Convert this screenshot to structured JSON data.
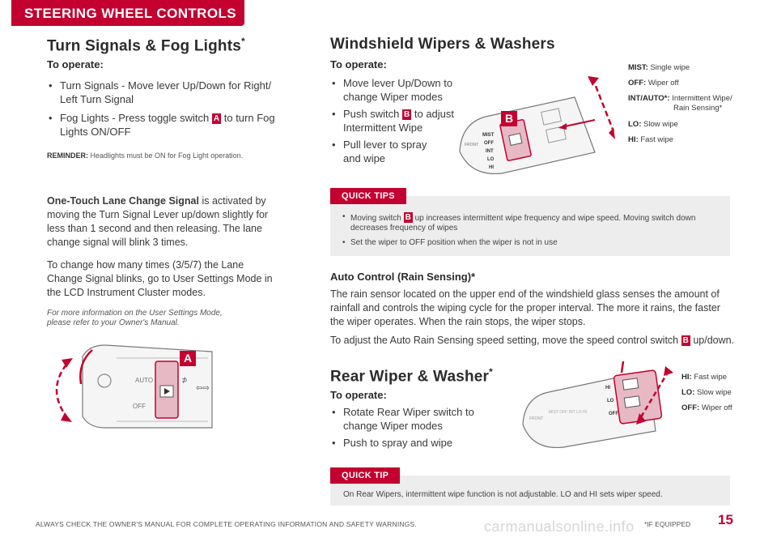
{
  "header": {
    "section": "STEERING WHEEL CONTROLS"
  },
  "turn": {
    "title": "Turn Signals & Fog Lights",
    "title_mark": "*",
    "to_operate": "To operate:",
    "b1": "Turn Signals - Move lever Up/Down for Right/ Left Turn Signal",
    "b2_pre": "Fog Lights - Press toggle switch",
    "b2_badge": "A",
    "b2_post": "to turn Fog Lights ON/OFF",
    "reminder_label": "REMINDER:",
    "reminder_text": "Headlights must be ON for Fog Light operation.",
    "lane_bold": "One-Touch Lane Change Signal",
    "lane_text": "is activated by moving the Turn Signal Lever up/down slightly for less than 1 second and then releasing. The lane change signal will blink 3 times.",
    "change_text": "To change how many times (3/5/7) the Lane Change Signal blinks, go to User Settings Mode in the LCD Instrument Cluster modes.",
    "note": "For more information on the User Settings Mode, please refer to your Owner's Manual.",
    "figure_badge": "A",
    "lever_labels": [
      "AUTO",
      "OFF"
    ]
  },
  "wipers": {
    "title": "Windshield Wipers & Washers",
    "to_operate": "To operate:",
    "b1": "Move lever Up/Down to change Wiper modes",
    "b2_pre": "Push switch",
    "b2_badge": "B",
    "b2_post": "to adjust Intermittent Wipe",
    "b3": "Pull lever to spray and wipe",
    "figure_badge": "B",
    "lever_labels": [
      "MIST",
      "OFF",
      "INT",
      "LO",
      "HI"
    ],
    "settings": [
      {
        "k": "MIST:",
        "v": "Single wipe"
      },
      {
        "k": "OFF:",
        "v": "Wiper off"
      },
      {
        "k": "INT/AUTO*:",
        "v": "Intermittent Wipe/",
        "v2": "Rain Sensing*"
      },
      {
        "k": "LO:",
        "v": "Slow wipe"
      },
      {
        "k": "HI:",
        "v": "Fast wipe"
      }
    ]
  },
  "quick_tips": {
    "label": "QUICK TIPS",
    "tip1_pre": "Moving switch",
    "tip1_badge": "B",
    "tip1_post": "up increases intermittent wipe frequency and wipe speed. Moving switch down decreases frequency of wipes",
    "tip2": "Set the wiper to OFF position when the wiper is not in use"
  },
  "auto": {
    "title": "Auto Control (Rain Sensing)*",
    "p1": "The rain sensor located on the upper end of the windshield glass senses the amount of rainfall and controls the wiping cycle for the proper interval. The more it rains, the faster the wiper operates. When the rain stops, the wiper stops.",
    "p2_pre": "To adjust the Auto Rain Sensing speed setting, move the speed control switch",
    "p2_badge": "B",
    "p2_post": "up/down."
  },
  "rear": {
    "title": "Rear Wiper & Washer",
    "title_mark": "*",
    "to_operate": "To operate:",
    "b1": "Rotate Rear Wiper switch to change Wiper modes",
    "b2": "Push to spray and wipe",
    "lever_labels": [
      "HI",
      "LO",
      "OFF"
    ],
    "settings": [
      {
        "k": "HI:",
        "v": "Fast wipe"
      },
      {
        "k": "LO:",
        "v": "Slow wipe"
      },
      {
        "k": "OFF:",
        "v": "Wiper off"
      }
    ]
  },
  "quick_tip": {
    "label": "QUICK TIP",
    "text": "On Rear Wipers, intermittent wipe function is not adjustable. LO and HI sets wiper speed."
  },
  "footer": {
    "left": "ALWAYS CHECK THE OWNER'S MANUAL FOR COMPLETE OPERATING INFORMATION AND SAFETY WARNINGS.",
    "right": "*IF EQUIPPED",
    "page": "15",
    "watermark": "carmanualsonline.info"
  },
  "colors": {
    "accent": "#c3002f",
    "tip_bg": "#ededed",
    "text": "#3a3a3a"
  }
}
